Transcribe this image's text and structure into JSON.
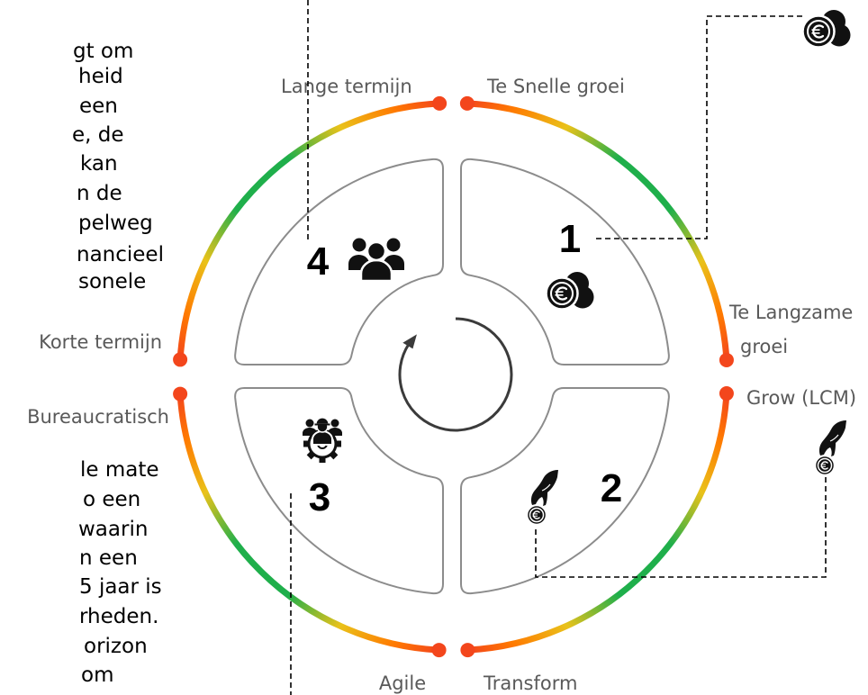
{
  "paragraph_top": {
    "lines": [
      "gt om",
      "heid",
      "een",
      "e, de",
      "kan",
      "n de",
      "pelweg",
      "nancieel",
      "sonele"
    ]
  },
  "paragraph_bottom": {
    "lines": [
      "le mate",
      "o een",
      "waarin",
      "n een",
      "5 jaar is",
      "rheden.",
      "orizon",
      "om"
    ]
  },
  "cycle": {
    "labels": {
      "top_left": "Lange termijn",
      "top_right": "Te Snelle groei",
      "right_upper_line1": "Te Langzame",
      "right_upper_line2": "groei",
      "right_lower": "Grow (LCM)",
      "bottom_right": "Transform",
      "bottom_left": "Agile",
      "left_lower": "Bureaucratisch",
      "left_upper": "Korte termijn"
    },
    "quadrants": [
      {
        "number": "1",
        "icon": "euro-coins-icon"
      },
      {
        "number": "2",
        "icon": "hand-coin-icon"
      },
      {
        "number": "3",
        "icon": "team-gear-icon"
      },
      {
        "number": "4",
        "icon": "people-group-icon"
      }
    ],
    "center_icon": "cycle-arrow-icon"
  },
  "callout_icons": [
    "euro-coins-icon",
    "hand-coin-icon"
  ],
  "colors": {
    "ring_end": "#F3461C",
    "ring_orange": "#FF7A00",
    "ring_yellow": "#E9C21A",
    "ring_green": "#1FAF4B",
    "quadrant_stroke": "#8C8C8C",
    "label_text": "#595959",
    "cycle_arrow": "#3B3B3B"
  }
}
